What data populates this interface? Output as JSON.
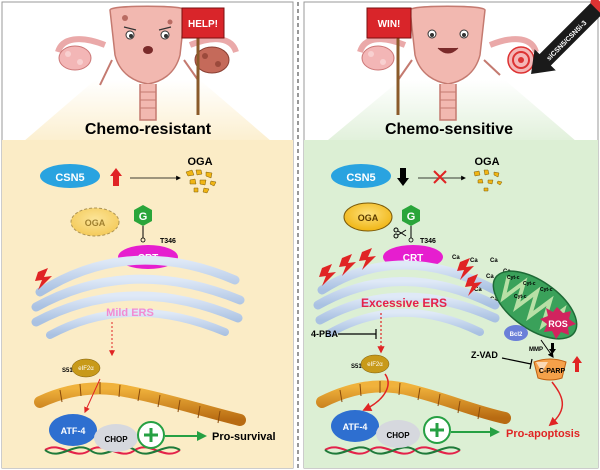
{
  "left_panel": {
    "sign": "HELP!",
    "title": "Chemo-resistant",
    "csn5": "CSN5",
    "oga_target": "OGA",
    "oga_enzyme": "OGA",
    "g_label": "G",
    "t346": "T346",
    "crt": "CRT",
    "ers": "Mild ERS",
    "s51": "S51",
    "eif2a": "eIF2α",
    "atf4": "ATF-4",
    "chop": "CHOP",
    "outcome": "Pro-survival"
  },
  "right_panel": {
    "sign": "WIN!",
    "drug": "siCSN5/CSN5i-3",
    "title": "Chemo-sensitive",
    "csn5": "CSN5",
    "oga_target": "OGA",
    "oga_enzyme": "OGA",
    "g_label": "G",
    "t346": "T346",
    "crt": "CRT",
    "ca": "Ca",
    "ers": "Excessive ERS",
    "pba": "4-PBA",
    "s51": "S51",
    "eif2a": "eIF2α",
    "bcl2": "Bcl2",
    "ros": "ROS",
    "cytc": "Cyt-c",
    "mmp": "MMP",
    "zvad": "Z-VAD",
    "cparp": "C-PARP",
    "atf4": "ATF-4",
    "chop": "CHOP",
    "outcome": "Pro-apoptosis"
  },
  "colors": {
    "left_bg": "#fbecc6",
    "right_bg": "#dcefd4",
    "csn5": "#29a3e0",
    "crt": "#e61ecf",
    "oga": "#f5c41e",
    "g_hex": "#2aa53a",
    "er": "#c5d7ee",
    "arrow_red": "#e02424",
    "arrow_green": "#26a043",
    "mito": "#3aa15a",
    "ros": "#d2235e",
    "ers_pink": "#f28bd1",
    "ers_red": "#e4224a"
  }
}
